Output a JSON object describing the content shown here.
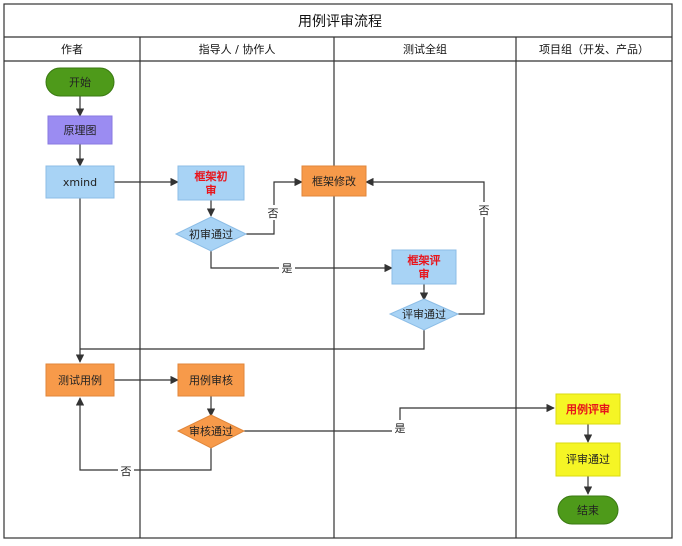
{
  "title": "用例评审流程",
  "lanes": [
    "作者",
    "指导人 / 协作人",
    "测试全组",
    "项目组（开发、产品）"
  ],
  "nodes": {
    "start": "开始",
    "schematic": "原理图",
    "xmind": "xmind",
    "frame_first_review_l1": "框架初",
    "frame_first_review_l2": "审",
    "first_review_pass": "初审通过",
    "frame_modify": "框架修改",
    "frame_review_l1": "框架评",
    "frame_review_l2": "审",
    "review_pass": "评审通过",
    "test_cases": "测试用例",
    "case_audit": "用例审核",
    "audit_pass": "审核通过",
    "case_review": "用例评审",
    "case_review_pass": "评审通过",
    "end": "结束"
  },
  "edge_labels": {
    "no_first": "否",
    "yes_first": "是",
    "no_review": "否",
    "no_audit": "否",
    "yes_audit": "是"
  },
  "colors": {
    "start_end": "#4e9a1a",
    "schematic": "#9b8cf2",
    "blue": "#a8d3f5",
    "orange": "#f79a4a",
    "yellow": "#f5f525",
    "line": "#333333",
    "red_text": "#e8141b"
  }
}
